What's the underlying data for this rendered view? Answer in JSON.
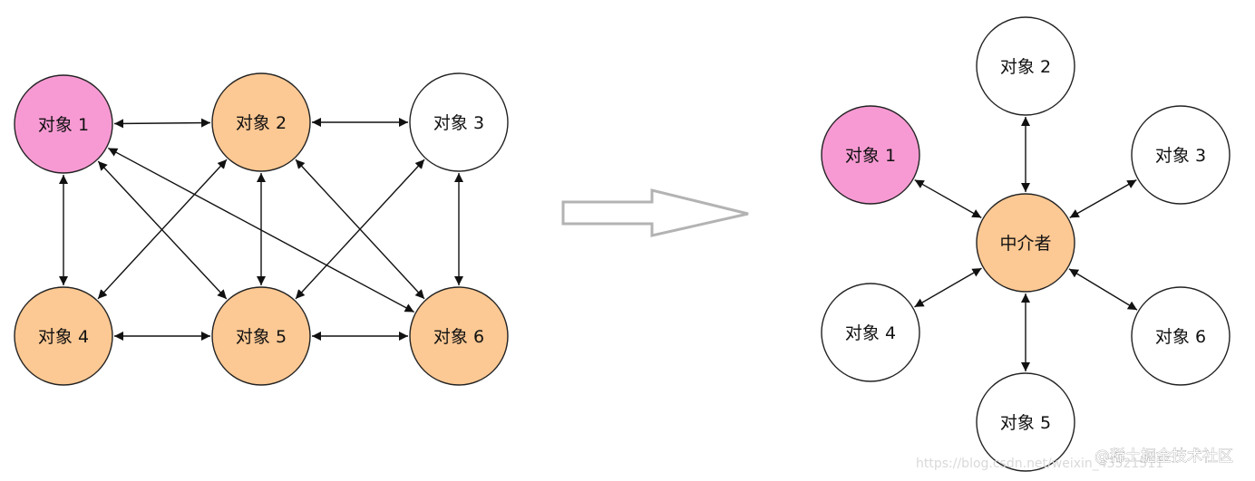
{
  "colors": {
    "pink": "#f79ad3",
    "orange": "#fcc893",
    "white": "#ffffff",
    "stroke": "#222222",
    "arrow": "#111111",
    "big_arrow_stroke": "#b3b3b3"
  },
  "left_diagram": {
    "nodes": [
      {
        "id": "L1",
        "label": "对象 1",
        "fill": "pink"
      },
      {
        "id": "L2",
        "label": "对象 2",
        "fill": "orange"
      },
      {
        "id": "L3",
        "label": "对象 3",
        "fill": "white"
      },
      {
        "id": "L4",
        "label": "对象 4",
        "fill": "orange"
      },
      {
        "id": "L5",
        "label": "对象 5",
        "fill": "orange"
      },
      {
        "id": "L6",
        "label": "对象 6",
        "fill": "orange"
      }
    ],
    "edges": [
      [
        "L1",
        "L2"
      ],
      [
        "L2",
        "L3"
      ],
      [
        "L4",
        "L5"
      ],
      [
        "L5",
        "L6"
      ],
      [
        "L1",
        "L4"
      ],
      [
        "L2",
        "L5"
      ],
      [
        "L3",
        "L6"
      ],
      [
        "L1",
        "L5"
      ],
      [
        "L1",
        "L6"
      ],
      [
        "L2",
        "L4"
      ],
      [
        "L2",
        "L6"
      ],
      [
        "L3",
        "L5"
      ]
    ]
  },
  "transform_arrow": {
    "icon": "hollow-right-arrow-icon"
  },
  "right_diagram": {
    "nodes": [
      {
        "id": "M",
        "label": "中介者",
        "fill": "orange"
      },
      {
        "id": "R1",
        "label": "对象 1",
        "fill": "pink"
      },
      {
        "id": "R2",
        "label": "对象 2",
        "fill": "white"
      },
      {
        "id": "R3",
        "label": "对象 3",
        "fill": "white"
      },
      {
        "id": "R4",
        "label": "对象 4",
        "fill": "white"
      },
      {
        "id": "R5",
        "label": "对象 5",
        "fill": "white"
      },
      {
        "id": "R6",
        "label": "对象 6",
        "fill": "white"
      }
    ],
    "edges": [
      [
        "M",
        "R1"
      ],
      [
        "M",
        "R2"
      ],
      [
        "M",
        "R3"
      ],
      [
        "M",
        "R4"
      ],
      [
        "M",
        "R5"
      ],
      [
        "M",
        "R6"
      ]
    ]
  },
  "watermark": {
    "text": "@稀土掘金技术社区",
    "url_text": "https://blog.csdn.net/weixin_43521511"
  }
}
